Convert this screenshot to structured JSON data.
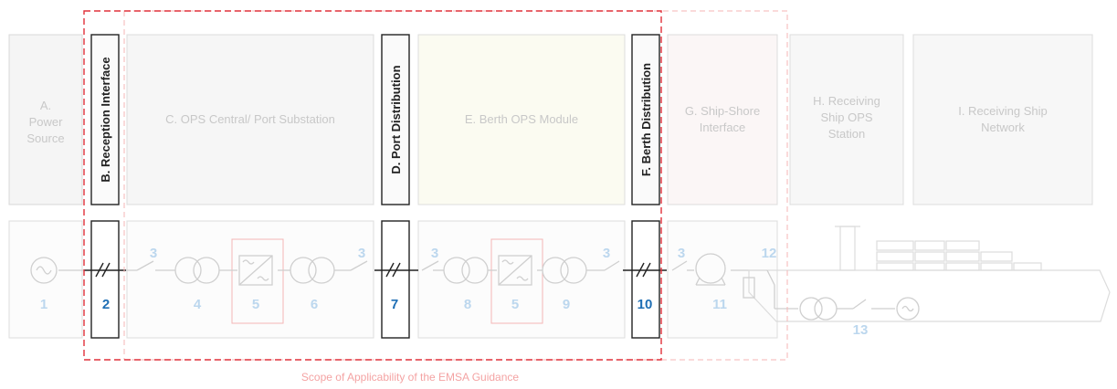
{
  "blocks": {
    "A": {
      "line1": "A.",
      "line2": "Power",
      "line3": "Source"
    },
    "B": {
      "label": "B. Reception Interface"
    },
    "C": {
      "label": "C. OPS Central/ Port Substation"
    },
    "D": {
      "label": "D. Port Distribution"
    },
    "E": {
      "label": "E. Berth OPS Module"
    },
    "F": {
      "label": "F. Berth Distribution"
    },
    "G": {
      "line1": "G. Ship-Shore",
      "line2": "Interface"
    },
    "H": {
      "line1": "H. Receiving",
      "line2": "Ship OPS",
      "line3": "Station"
    },
    "I": {
      "line1": "I. Receiving Ship",
      "line2": "Network"
    }
  },
  "numbers": {
    "n1": "1",
    "n2": "2",
    "n3": "3",
    "n4": "4",
    "n5": "5",
    "n6": "6",
    "n7": "7",
    "n8": "8",
    "n9": "9",
    "n10": "10",
    "n11": "11",
    "n12": "12",
    "n13": "13"
  },
  "scope_label": "Scope of Applicability of the EMSA Guidance",
  "colors": {
    "faded_text": "#cccccc",
    "faded_number": "#bcd7ee",
    "highlight_number": "#1f6fb5",
    "scope_red": "#e0303a",
    "faded_red": "#f4b6b6"
  }
}
